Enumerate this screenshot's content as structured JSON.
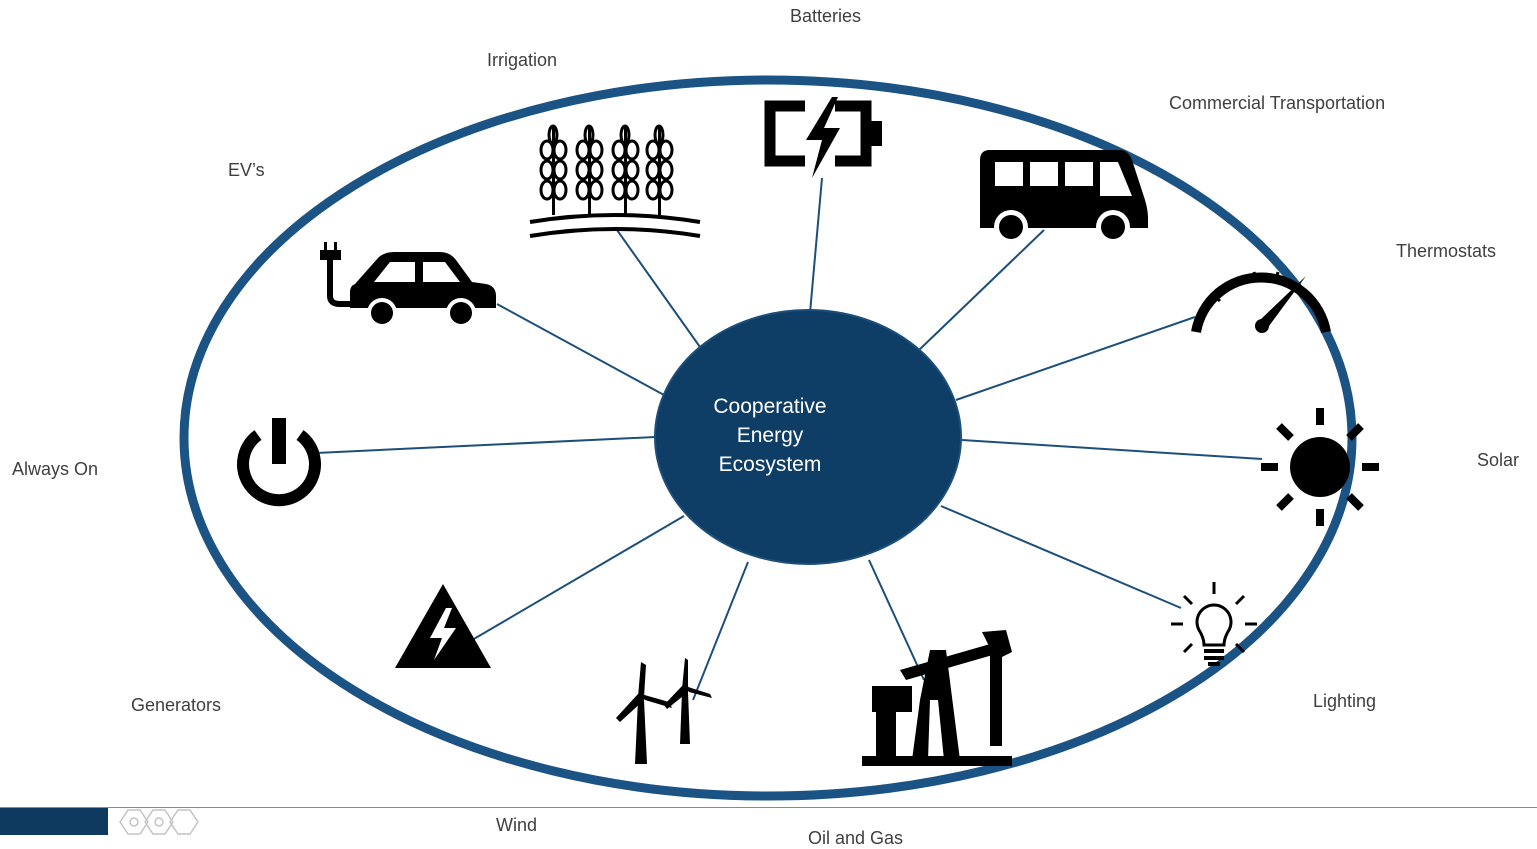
{
  "center": {
    "lines": [
      "Cooperative",
      "Energy",
      "Ecosystem"
    ]
  },
  "nodes": [
    {
      "label": "Batteries",
      "icon": "battery-charging-icon"
    },
    {
      "label": "Irrigation",
      "icon": "wheat-field-icon"
    },
    {
      "label": "Commercial Transportation",
      "icon": "bus-icon"
    },
    {
      "label": "EV’s",
      "icon": "electric-car-icon"
    },
    {
      "label": "Thermostats",
      "icon": "gauge-icon"
    },
    {
      "label": "Always On",
      "icon": "power-icon"
    },
    {
      "label": "Solar",
      "icon": "sun-icon"
    },
    {
      "label": "Generators",
      "icon": "high-voltage-icon"
    },
    {
      "label": "Lighting",
      "icon": "light-bulb-icon"
    },
    {
      "label": "Wind",
      "icon": "wind-turbine-icon"
    },
    {
      "label": "Oil and Gas",
      "icon": "oil-pump-icon"
    }
  ],
  "colors": {
    "ring": "#1b5385",
    "center_fill": "#0e3e66",
    "connector": "#1d4f7a",
    "icon": "#000000",
    "label": "#3f3f3f"
  }
}
